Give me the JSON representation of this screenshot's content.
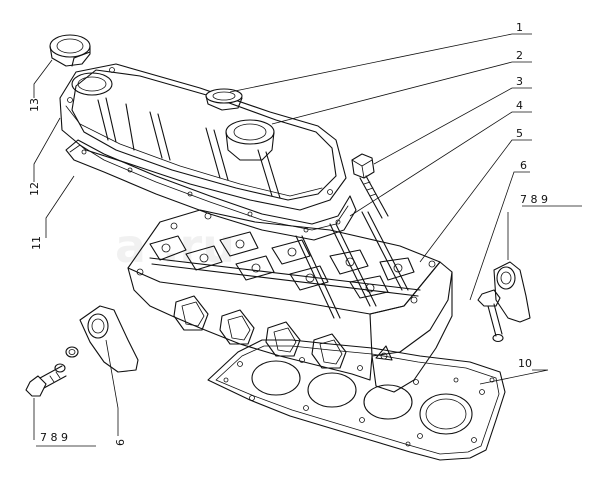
{
  "diagram": {
    "watermark": "a                         .ru",
    "callouts": {
      "c1": "1",
      "c2": "2",
      "c3": "3",
      "c4": "4",
      "c5": "5",
      "c6_right": "6",
      "c789_right": "7  8  9",
      "c10": "10",
      "c11": "11",
      "c12": "12",
      "c13": "13",
      "c6_left": "6",
      "c789_left": "7  8  9"
    }
  }
}
